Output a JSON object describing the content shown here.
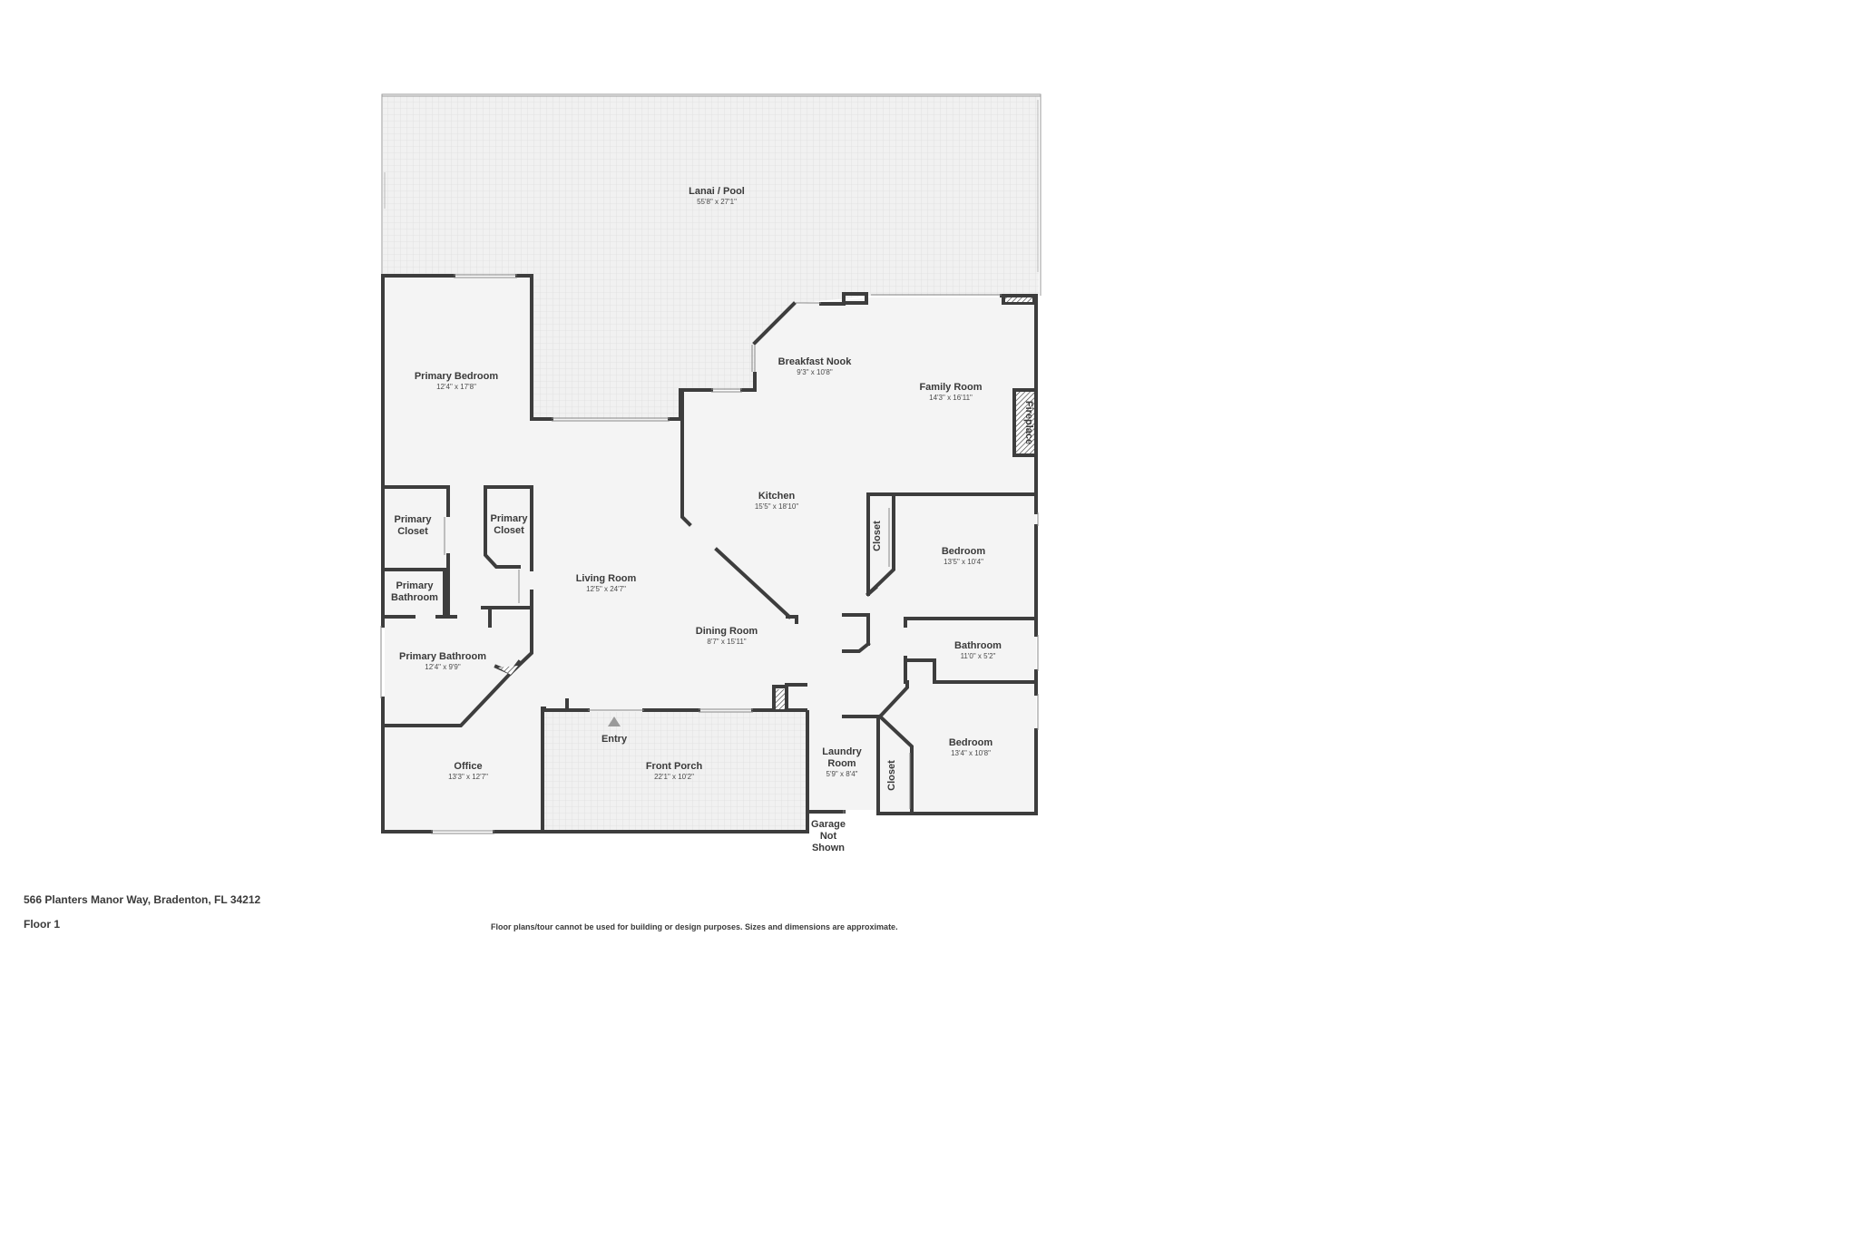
{
  "rooms": {
    "lanai": {
      "name": "Lanai / Pool",
      "dims": "55'8\" x 27'1\""
    },
    "primary_bedroom": {
      "name": "Primary Bedroom",
      "dims": "12'4\" x 17'8\""
    },
    "breakfast_nook": {
      "name": "Breakfast Nook",
      "dims": "9'3\" x 10'8\""
    },
    "family_room": {
      "name": "Family Room",
      "dims": "14'3\" x 16'11\""
    },
    "fireplace": {
      "name": "Fireplace"
    },
    "kitchen": {
      "name": "Kitchen",
      "dims": "15'5\" x 18'10\""
    },
    "primary_closet_left": {
      "name_line1": "Primary",
      "name_line2": "Closet"
    },
    "primary_closet_right": {
      "name_line1": "Primary",
      "name_line2": "Closet"
    },
    "closet_bedroom": {
      "name": "Closet"
    },
    "bedroom_upper": {
      "name": "Bedroom",
      "dims": "13'5\" x 10'4\""
    },
    "living_room": {
      "name": "Living Room",
      "dims": "12'5\" x 24'7\""
    },
    "primary_bath_small": {
      "name_line1": "Primary",
      "name_line2": "Bathroom"
    },
    "dining_room": {
      "name": "Dining Room",
      "dims": "8'7\" x 15'11\""
    },
    "bathroom": {
      "name": "Bathroom",
      "dims": "11'0\" x 5'2\""
    },
    "primary_bathroom": {
      "name": "Primary Bathroom",
      "dims": "12'4\" x 9'9\""
    },
    "entry": {
      "name": "Entry"
    },
    "office": {
      "name": "Office",
      "dims": "13'3\" x 12'7\""
    },
    "front_porch": {
      "name": "Front Porch",
      "dims": "22'1\" x 10'2\""
    },
    "laundry_room": {
      "name_line1": "Laundry",
      "name_line2": "Room",
      "dims": "5'9\" x 8'4\""
    },
    "bedroom_lower": {
      "name": "Bedroom",
      "dims": "13'4\" x 10'8\""
    },
    "closet_lower": {
      "name": "Closet"
    },
    "garage": {
      "line1": "Garage",
      "line2": "Not",
      "line3": "Shown"
    }
  },
  "footer": {
    "address": "566 Planters Manor Way, Bradenton, FL 34212",
    "floor": "Floor 1",
    "disclaimer": "Floor plans/tour cannot be used for building or design purposes. Sizes and dimensions are approximate."
  },
  "colors": {
    "wall": "#3d3d3d",
    "floor_fill": "#f4f4f4",
    "tile_fill": "#f0f0f0",
    "tile_line": "#dcdcdc"
  }
}
